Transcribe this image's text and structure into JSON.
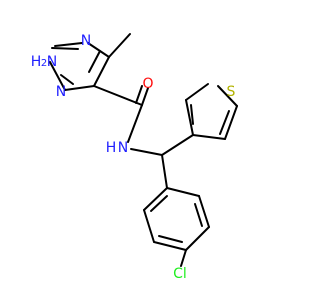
{
  "molecule": {
    "atoms": {
      "nitrogen_1": "N",
      "nitrogen_2_h": "2",
      "nitrogen_2_prefix": "H",
      "nitrogen_2_suffix": "N",
      "nitrogen_3": "N",
      "oxygen": "O",
      "amide_n": "N",
      "amide_h": "H",
      "sulfur": "S",
      "chlorine": "Cl"
    },
    "colors": {
      "nitrogen": "#2121ff",
      "oxygen": "#ff0d0d",
      "sulfur": "#b2b200",
      "chlorine": "#1fef1f",
      "carbon": "#000000"
    }
  }
}
